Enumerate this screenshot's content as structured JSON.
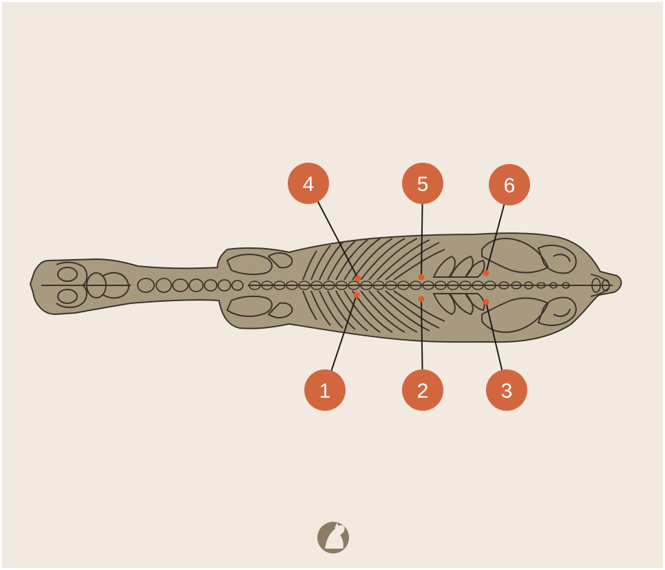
{
  "colors": {
    "background": "#f2e9e0",
    "body_fill": "#a89a7f",
    "bone_stroke": "#3a3328",
    "marker": "#d2673f",
    "marker_dot": "#e05a2a",
    "leader": "#1a1a1a",
    "logo": "#8a7d65"
  },
  "icon": "horse-head-logo-icon",
  "markers": [
    {
      "label": "1"
    },
    {
      "label": "2"
    },
    {
      "label": "3"
    },
    {
      "label": "4"
    },
    {
      "label": "5"
    },
    {
      "label": "6"
    }
  ]
}
